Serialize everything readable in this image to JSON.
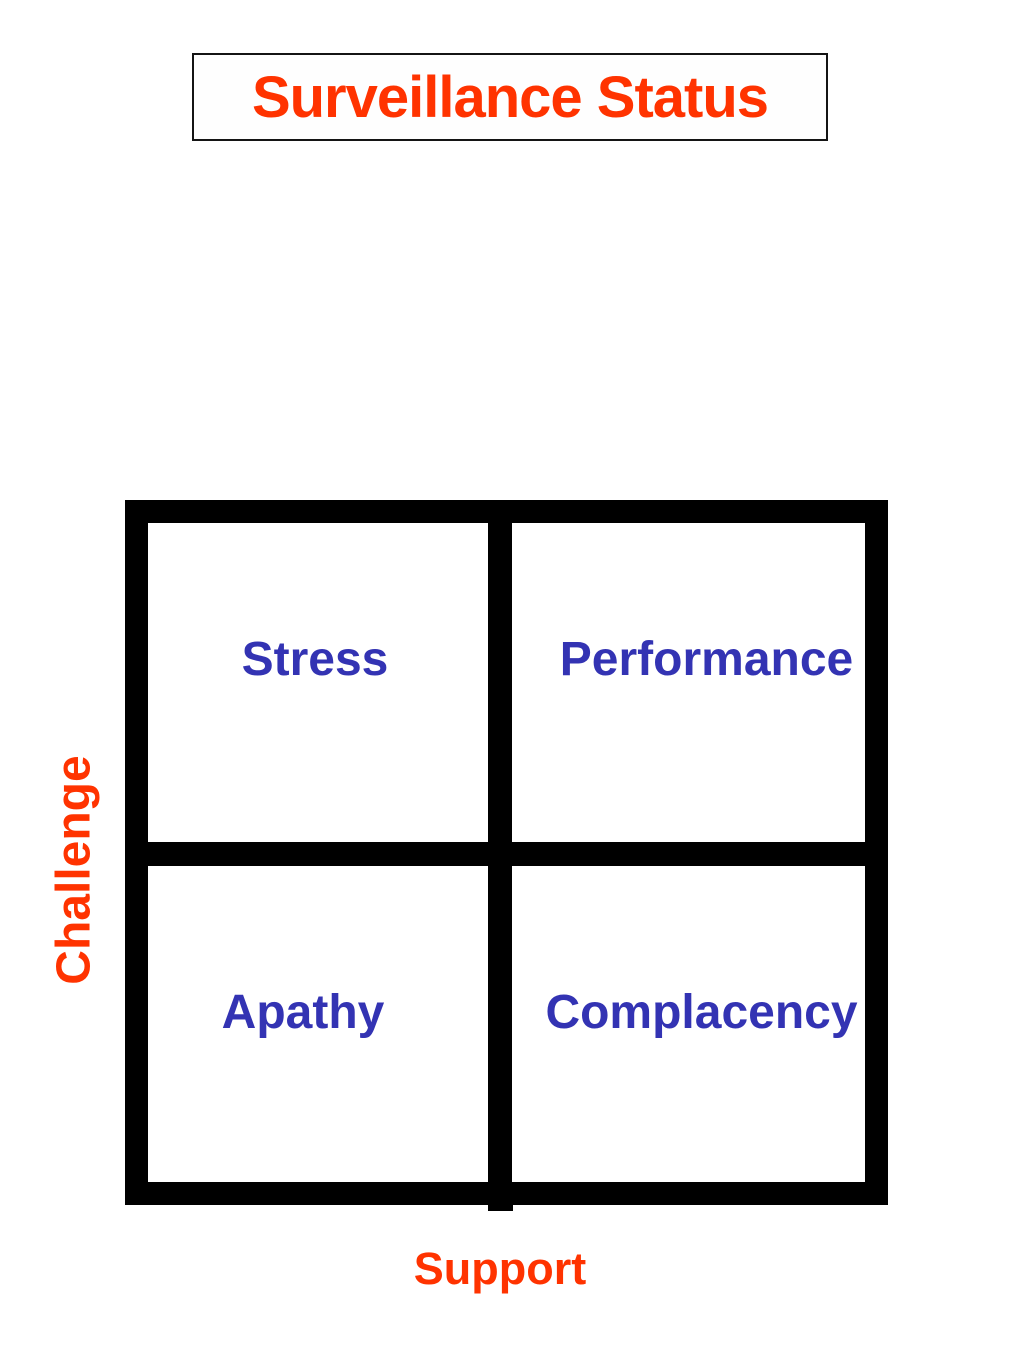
{
  "slide": {
    "title": "Surveillance Status",
    "matrix": {
      "quadrants": [
        {
          "position": "top-left",
          "label": "Stress"
        },
        {
          "position": "top-right",
          "label": "Performance"
        },
        {
          "position": "bottom-left",
          "label": "Apathy"
        },
        {
          "position": "bottom-right",
          "label": "Complacency"
        }
      ],
      "y_axis_label": "Challenge",
      "x_axis_label": "Support"
    },
    "colors": {
      "accent_orange": "#ff3300",
      "label_blue": "#3333b3",
      "frame_black": "#000000"
    }
  }
}
